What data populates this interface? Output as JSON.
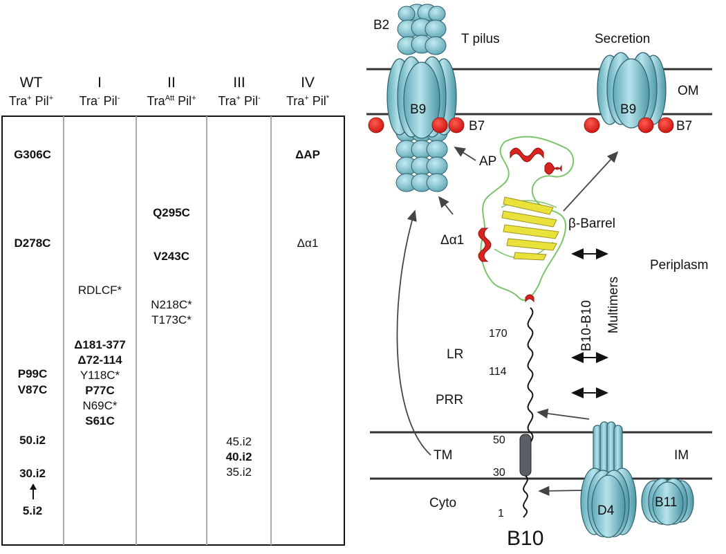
{
  "table": {
    "columns": [
      {
        "id": "WT",
        "label": "WT",
        "phenotype": [
          "Tra",
          "+",
          "Pil",
          "+"
        ]
      },
      {
        "id": "I",
        "label": "I",
        "phenotype": [
          "Tra",
          "-",
          "Pil",
          "-"
        ]
      },
      {
        "id": "II",
        "label": "II",
        "phenotype": [
          "Tra",
          "Att",
          "Pil",
          "+"
        ]
      },
      {
        "id": "III",
        "label": "III",
        "phenotype": [
          "Tra",
          "+",
          "Pil",
          "-"
        ]
      },
      {
        "id": "IV",
        "label": "IV",
        "phenotype": [
          "Tra",
          "+",
          "Pil",
          "*"
        ]
      }
    ],
    "mutations": {
      "WT": [
        "G306C",
        "D278C",
        "P99C",
        "V87C",
        "50.i2",
        "30.i2",
        "5.i2"
      ],
      "I": [
        "RDLCF*",
        "Δ181-377",
        "Δ72-114",
        "Y118C*",
        "P77C",
        "N69C*",
        "S61C"
      ],
      "II": [
        "Q295C",
        "V243C",
        "N218C*",
        "T173C*"
      ],
      "III": [
        "45.i2",
        "40.i2",
        "35.i2"
      ],
      "IV": [
        "ΔAP",
        "Δα1"
      ]
    }
  },
  "diagram": {
    "labels": {
      "b2": "B2",
      "t_pilus": "T pilus",
      "secretion": "Secretion",
      "om": "OM",
      "b9_left": "B9",
      "b9_right": "B9",
      "b7_left": "B7",
      "b7_right": "B7",
      "ap": "AP",
      "alpha1": "Δα1",
      "beta_barrel": "β-Barrel",
      "periplasm": "Periplasm",
      "multimers_1": "B10-B10",
      "multimers_2": "Multimers",
      "n170": "170",
      "n114": "114",
      "n50": "50",
      "n30": "30",
      "n1": "1",
      "lr": "LR",
      "prr": "PRR",
      "tm": "TM",
      "im": "IM",
      "cyto": "Cyto",
      "d4": "D4",
      "b11": "B11",
      "b10": "B10"
    },
    "colors": {
      "protein_fill": "#8ec7d2",
      "protein_stroke": "#2e5f6c",
      "b7_red": "#e0201c",
      "helix_red": "#d8241f",
      "sheet_yellow": "#e8e23a",
      "loop_green": "#7bc46a",
      "membrane": "#333333",
      "tm_segment": "#5a5f66"
    }
  }
}
